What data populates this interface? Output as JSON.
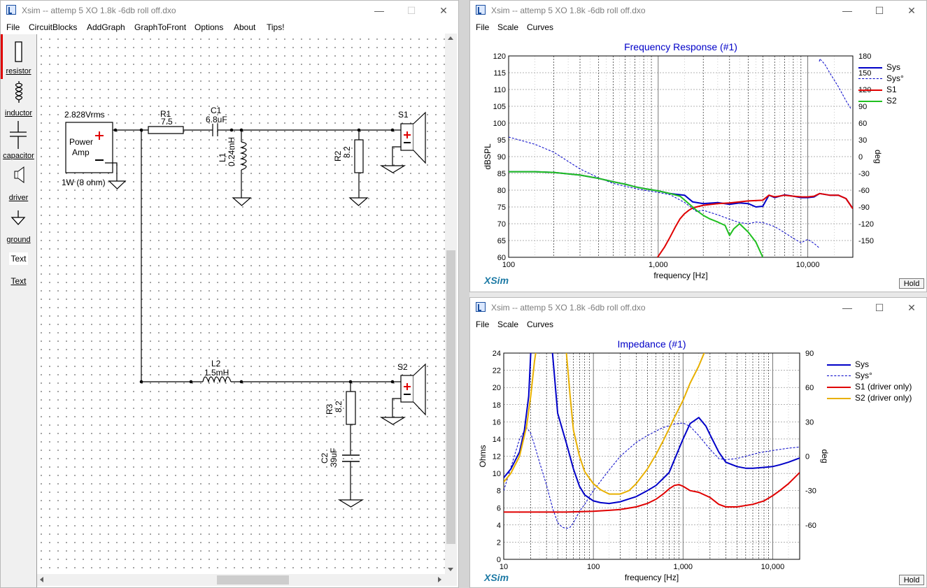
{
  "colors": {
    "sys": "#0000c8",
    "s1": "#e00000",
    "s2_freq": "#20c020",
    "s2_imp": "#e8b000",
    "title_blue": "#0000c8",
    "xsim_teal": "#1d7aa5"
  },
  "schematic_window": {
    "title": "Xsim -- attemp 5 XO 1.8k -6db roll off.dxo",
    "menu": [
      "File",
      "CircuitBlocks",
      "AddGraph",
      "GraphToFront",
      "Options",
      "About",
      "Tips!"
    ],
    "palette": [
      {
        "label": "resistor",
        "icon": "resistor-icon"
      },
      {
        "label": "inductor",
        "icon": "inductor-icon"
      },
      {
        "label": "capacitor",
        "icon": "capacitor-icon"
      },
      {
        "label": "driver",
        "icon": "driver-icon"
      },
      {
        "label": "ground",
        "icon": "ground-icon"
      },
      {
        "label": "Text",
        "icon": "text-icon"
      },
      {
        "label": "Text",
        "icon": "text-icon"
      }
    ],
    "circuit": {
      "source_voltage": "2.828Vrms",
      "source_name_1": "Power",
      "source_name_2": "Amp",
      "source_power": "1W (8 ohm)",
      "r1_name": "R1",
      "r1_value": "7.5",
      "c1_name": "C1",
      "c1_value": "6.8uF",
      "l1_name": "L1",
      "l1_value": "0.24mH",
      "r2_name": "R2",
      "r2_value": "8.2",
      "s1_name": "S1",
      "l2_name": "L2",
      "l2_value": "1.5mH",
      "s2_name": "S2",
      "r3_name": "R3",
      "r3_value": "8.2",
      "c2_name": "C2",
      "c2_value": "39uF"
    }
  },
  "freq_window": {
    "title": "Xsim -- attemp 5 XO 1.8k -6db roll off.dxo",
    "menu": [
      "File",
      "Scale",
      "Curves"
    ],
    "xsim_label": "XSim",
    "hold_label": "Hold"
  },
  "imp_window": {
    "title": "Xsim -- attemp 5 XO 1.8k -6db roll off.dxo",
    "menu": [
      "File",
      "Scale",
      "Curves"
    ],
    "xsim_label": "XSim",
    "hold_label": "Hold"
  },
  "chart_data": [
    {
      "type": "line",
      "title": "Frequency Response (#1)",
      "xlabel": "frequency [Hz]",
      "ylabel": "dBSPL",
      "y2label": "deg",
      "xscale": "log",
      "xlim": [
        100,
        20000
      ],
      "ylim": [
        60,
        120
      ],
      "y2lim": [
        -180,
        180
      ],
      "xticks": [
        100,
        1000,
        10000
      ],
      "xtick_labels": [
        "100",
        "1,000",
        "10,000"
      ],
      "yticks": [
        60,
        65,
        70,
        75,
        80,
        85,
        90,
        95,
        100,
        105,
        110,
        115,
        120
      ],
      "y2ticks": [
        -150,
        -120,
        -90,
        -60,
        -30,
        0,
        30,
        60,
        90,
        120,
        150,
        180
      ],
      "grid": true,
      "legend_position": "right",
      "series": [
        {
          "name": "Sys",
          "color": "#0000c8",
          "style": "solid",
          "width": 2,
          "axis": "left",
          "x": [
            100,
            150,
            200,
            300,
            400,
            500,
            600,
            700,
            800,
            1000,
            1200,
            1300,
            1500,
            1700,
            2000,
            2500,
            3000,
            3500,
            4000,
            4500,
            5000,
            5500,
            6000,
            7000,
            8000,
            9000,
            10000,
            11000,
            12000,
            14000,
            16000,
            18000,
            20000
          ],
          "y": [
            85.5,
            85.5,
            85.3,
            84.5,
            83.5,
            82.5,
            81.8,
            81.0,
            80.5,
            79.8,
            79.0,
            78.8,
            78.5,
            76.5,
            76.0,
            76.3,
            75.8,
            76.2,
            76.0,
            75.0,
            75.2,
            78.5,
            77.8,
            78.6,
            78.2,
            77.8,
            77.8,
            78.0,
            79.0,
            78.5,
            78.5,
            77.5,
            74.5
          ]
        },
        {
          "name": "Sys°",
          "color": "#0000c8",
          "style": "dashed",
          "width": 1,
          "axis": "right",
          "x": [
            100,
            150,
            200,
            300,
            400,
            500,
            600,
            700,
            800,
            1000,
            1200,
            1500,
            1800,
            2000,
            2500,
            3000,
            3500,
            4000,
            4500,
            5000,
            6000,
            7000,
            8000,
            9000,
            10000,
            11000,
            11900,
            11950,
            12000,
            13000,
            14000,
            16000,
            18000,
            19500
          ],
          "y": [
            35,
            22,
            8,
            -22,
            -38,
            -48,
            -53,
            -57,
            -60,
            -64,
            -68,
            -82,
            -98,
            -96,
            -104,
            -112,
            -118,
            -120,
            -117,
            -118,
            -125,
            -136,
            -146,
            -154,
            -148,
            -155,
            -163,
            170,
            175,
            165,
            150,
            125,
            100,
            85
          ]
        },
        {
          "name": "S1",
          "color": "#e00000",
          "style": "solid",
          "width": 2,
          "axis": "left",
          "x": [
            990,
            1100,
            1200,
            1300,
            1400,
            1500,
            1600,
            1700,
            1800,
            2000,
            2500,
            3000,
            3500,
            4000,
            5000,
            5500,
            6000,
            7000,
            8000,
            9000,
            10000,
            11000,
            12000,
            14000,
            16000,
            18000,
            20000
          ],
          "y": [
            60,
            63,
            66,
            69,
            71.5,
            73,
            74,
            74.7,
            75,
            75.5,
            76,
            76.2,
            76.5,
            76.8,
            77,
            78.5,
            78,
            78.5,
            78.2,
            78,
            78,
            78.2,
            79,
            78.5,
            78.5,
            77.5,
            74.5
          ]
        },
        {
          "name": "S2",
          "color": "#20c020",
          "style": "solid",
          "width": 2,
          "axis": "left",
          "x": [
            100,
            150,
            200,
            300,
            400,
            500,
            600,
            700,
            800,
            1000,
            1200,
            1400,
            1600,
            1800,
            2000,
            2200,
            2500,
            2800,
            3000,
            3200,
            3500,
            4000,
            4500,
            5000
          ],
          "y": [
            85.5,
            85.5,
            85.3,
            84.5,
            83.5,
            82.5,
            81.8,
            81.0,
            80.5,
            79.8,
            79.0,
            78.2,
            76.0,
            74.0,
            72.5,
            71.5,
            70.5,
            69.5,
            66.5,
            68.5,
            70,
            67.5,
            64.5,
            60
          ]
        }
      ]
    },
    {
      "type": "line",
      "title": "Impedance (#1)",
      "xlabel": "frequency [Hz]",
      "ylabel": "Ohms",
      "y2label": "deg",
      "xscale": "log",
      "xlim": [
        10,
        20000
      ],
      "ylim": [
        0,
        24
      ],
      "y2lim": [
        -90,
        90
      ],
      "xticks": [
        10,
        100,
        1000,
        10000
      ],
      "xtick_labels": [
        "10",
        "100",
        "1,000",
        "10,000"
      ],
      "yticks": [
        0,
        2,
        4,
        6,
        8,
        10,
        12,
        14,
        16,
        18,
        20,
        22,
        24
      ],
      "y2ticks": [
        -60,
        -30,
        0,
        30,
        60,
        90
      ],
      "grid": true,
      "legend_position": "right",
      "series": [
        {
          "name": "Sys",
          "color": "#0000c8",
          "style": "solid",
          "width": 2,
          "axis": "left",
          "x": [
            10,
            12,
            15,
            17,
            19,
            20,
            21,
            22,
            30,
            35,
            40,
            50,
            60,
            70,
            80,
            100,
            120,
            150,
            200,
            300,
            400,
            500,
            700,
            1000,
            1200,
            1500,
            1800,
            2000,
            2500,
            3000,
            4000,
            5000,
            6000,
            8000,
            10000,
            12000,
            15000,
            20000
          ],
          "y": [
            9.5,
            10.5,
            12.5,
            15,
            19,
            24,
            27,
            32,
            32,
            24,
            17,
            13.5,
            10.5,
            8.5,
            7.5,
            6.8,
            6.6,
            6.5,
            6.7,
            7.3,
            8.0,
            8.6,
            10.1,
            14.0,
            15.8,
            16.5,
            15.5,
            14.5,
            12.5,
            11.3,
            10.8,
            10.6,
            10.6,
            10.7,
            10.8,
            11.0,
            11.3,
            11.8
          ]
        },
        {
          "name": "Sys°",
          "color": "#0000c8",
          "style": "dashed",
          "width": 1,
          "axis": "right",
          "x": [
            10,
            12,
            15,
            18,
            20,
            22,
            25,
            30,
            35,
            40,
            45,
            50,
            55,
            60,
            70,
            80,
            100,
            150,
            200,
            300,
            400,
            500,
            600,
            800,
            1000,
            1200,
            1500,
            2000,
            2500,
            3000,
            4000,
            5000,
            7000,
            10000,
            15000,
            20000
          ],
          "y": [
            -30,
            -10,
            15,
            25,
            20,
            10,
            -5,
            -25,
            -45,
            -58,
            -62,
            -63,
            -62,
            -58,
            -48,
            -42,
            -30,
            -12,
            0,
            12,
            18,
            22,
            25,
            28,
            29,
            26,
            18,
            6,
            -2,
            -3,
            -2,
            0,
            3,
            5,
            7,
            8
          ]
        },
        {
          "name": "S1 (driver only)",
          "color": "#e00000",
          "style": "solid",
          "width": 2,
          "axis": "left",
          "x": [
            10,
            20,
            50,
            100,
            150,
            200,
            300,
            400,
            500,
            600,
            700,
            800,
            900,
            1000,
            1200,
            1500,
            2000,
            2500,
            3000,
            4000,
            6000,
            8000,
            10000,
            12000,
            15000,
            20000
          ],
          "y": [
            5.5,
            5.5,
            5.5,
            5.6,
            5.7,
            5.8,
            6.1,
            6.5,
            7.0,
            7.6,
            8.2,
            8.6,
            8.7,
            8.5,
            8.0,
            7.8,
            7.2,
            6.4,
            6.1,
            6.1,
            6.4,
            6.8,
            7.4,
            8.0,
            8.8,
            10.1
          ]
        },
        {
          "name": "S2 (driver only)",
          "color": "#e8b000",
          "style": "solid",
          "width": 2,
          "axis": "left",
          "x": [
            10,
            12,
            15,
            18,
            20,
            22,
            25,
            45,
            50,
            55,
            60,
            70,
            80,
            100,
            120,
            150,
            200,
            250,
            300,
            400,
            500,
            600,
            700,
            800,
            1000,
            1200,
            1500,
            1800,
            2000
          ],
          "y": [
            9.0,
            10.0,
            12.0,
            15.5,
            19,
            23,
            27,
            27,
            24,
            19,
            15,
            12,
            10.2,
            8.8,
            8.1,
            7.6,
            7.6,
            8.0,
            8.8,
            10.5,
            12.2,
            13.8,
            15.2,
            16.5,
            18.5,
            20.5,
            22.5,
            24.5,
            26
          ]
        }
      ]
    }
  ]
}
